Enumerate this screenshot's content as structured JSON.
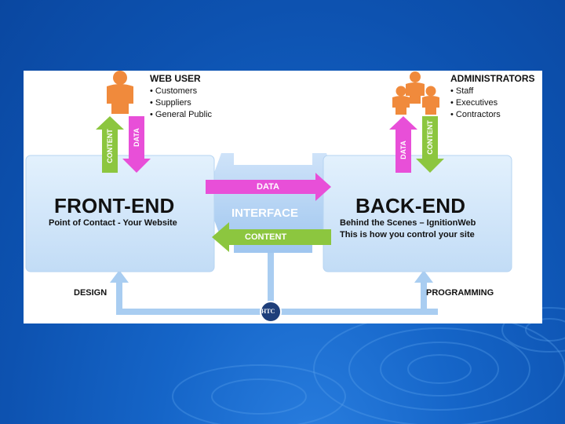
{
  "web_user": {
    "heading": "WEB USER",
    "items": [
      "• Customers",
      "• Suppliers",
      "• General Public"
    ]
  },
  "administrators": {
    "heading": "ADMINISTRATORS",
    "items": [
      "• Staff",
      "• Executives",
      "• Contractors"
    ]
  },
  "front_end": {
    "title": "FRONT-END",
    "subtitle": "Point of Contact - Your Website"
  },
  "back_end": {
    "title": "BACK-END",
    "subtitle_line1": "Behind the Scenes – IgnitionWeb",
    "subtitle_line2": "This is how you control your site"
  },
  "interface": {
    "label": "INTERFACE",
    "data_arrow": "DATA",
    "content_arrow": "CONTENT"
  },
  "vertical_arrows": {
    "left_content": "CONTENT",
    "left_data": "DATA",
    "right_data": "DATA",
    "right_content": "CONTENT"
  },
  "bottom": {
    "design": "DESIGN",
    "programming": "PROGRAMMING",
    "logo_text": "HTC"
  },
  "colors": {
    "slide_bg": "#1565c8",
    "box_fill": "#cfe6fb",
    "interface_fill": "#b3d3f5",
    "data_magenta": "#e84fd8",
    "content_green": "#8cc63f",
    "person_orange": "#f08a3c",
    "connector_blue": "#9cc6ef",
    "logo_navy": "#1f3f7a"
  }
}
